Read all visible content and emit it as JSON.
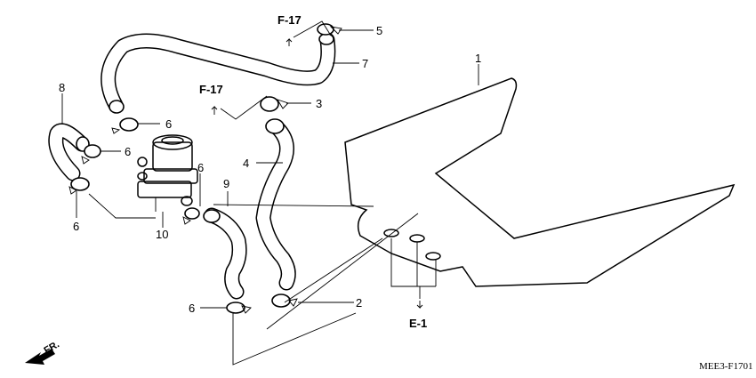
{
  "diagram_code": "MEE3-F1701",
  "direction_label": "FR.",
  "references": {
    "f17_top": "F-17",
    "f17_mid": "F-17",
    "e1": "E-1"
  },
  "callouts": {
    "p1": "1",
    "p2": "2",
    "p3": "3",
    "p4": "4",
    "p5": "5",
    "p6_a": "6",
    "p6_b": "6",
    "p6_c": "6",
    "p6_d": "6",
    "p6_e": "6",
    "p7": "7",
    "p8": "8",
    "p9": "9",
    "p10": "10"
  }
}
